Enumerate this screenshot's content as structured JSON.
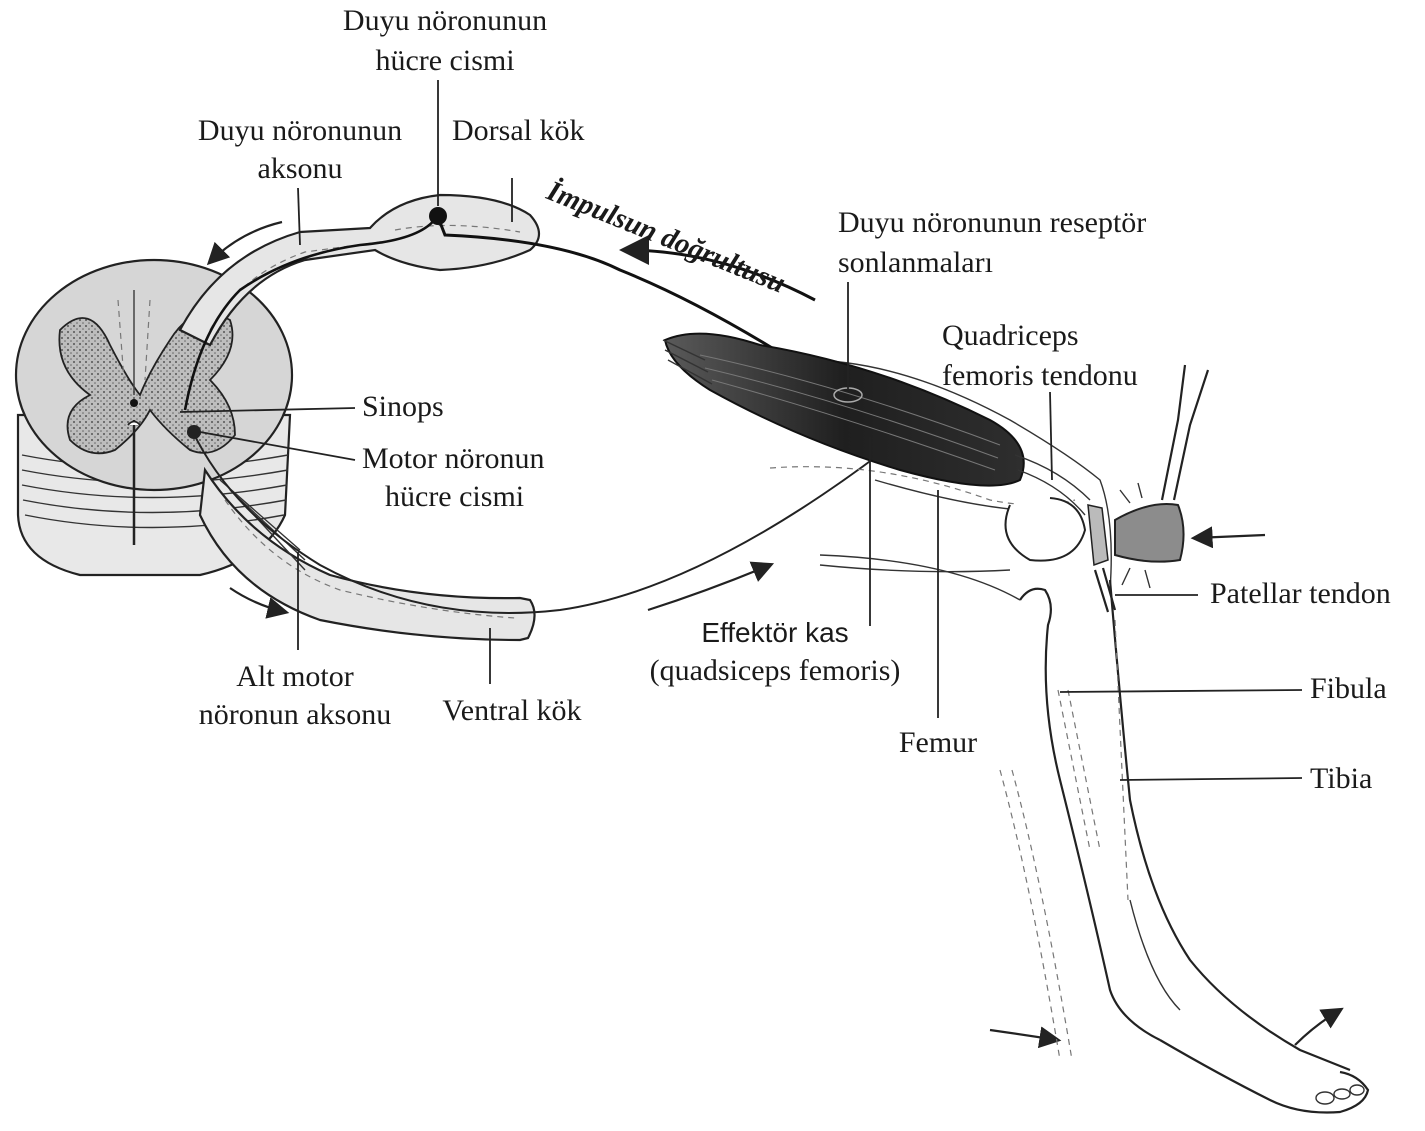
{
  "labels": {
    "sensory_cell_body_line1": "Duyu nöronunun",
    "sensory_cell_body_line2": "hücre cismi",
    "sensory_axon_line1": "Duyu nöronunun",
    "sensory_axon_line2": "aksonu",
    "dorsal_root": "Dorsal kök",
    "impulse_direction": "İmpulsun doğrultusu",
    "receptor_line1": "Duyu nöronunun reseptör",
    "receptor_line2": "sonlanmaları",
    "quadriceps_tendon_line1": "Quadriceps",
    "quadriceps_tendon_line2": "femoris tendonu",
    "synapse": "Sinops",
    "motor_cell_body_line1": "Motor nöronun",
    "motor_cell_body_line2": "hücre cismi",
    "patellar_tendon": "Patellar tendon",
    "effector_line1": "Effektör kas",
    "effector_line2": "(quadsiceps femoris)",
    "fibula": "Fibula",
    "tibia": "Tibia",
    "femur": "Femur",
    "lower_motor_line1": "Alt motor",
    "lower_motor_line2": "nöronun aksonu",
    "ventral_root": "Ventral kök"
  }
}
